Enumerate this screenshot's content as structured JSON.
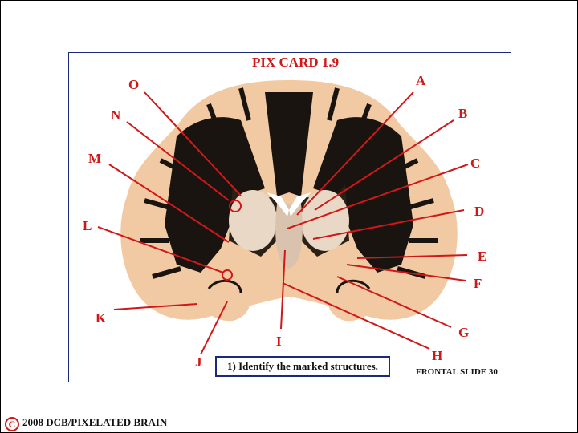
{
  "card": {
    "title": "PIX CARD 1.9",
    "question": "1) Identify the marked structures.",
    "slide_id": "FRONTAL SLIDE 30"
  },
  "footer": {
    "copyright_symbol": "C",
    "copyright_text": "2008  DCB/PIXELATED BRAIN"
  },
  "labels": {
    "A": "A",
    "B": "B",
    "C": "C",
    "D": "D",
    "E": "E",
    "F": "F",
    "G": "G",
    "H": "H",
    "I": "I",
    "J": "J",
    "K": "K",
    "L": "L",
    "M": "M",
    "N": "N",
    "O": "O"
  },
  "colors": {
    "label_red": "#d01818",
    "border_blue": "#1a2a7a",
    "white_matter": "#f1c9a2",
    "dark_stain": "#1a1410"
  }
}
